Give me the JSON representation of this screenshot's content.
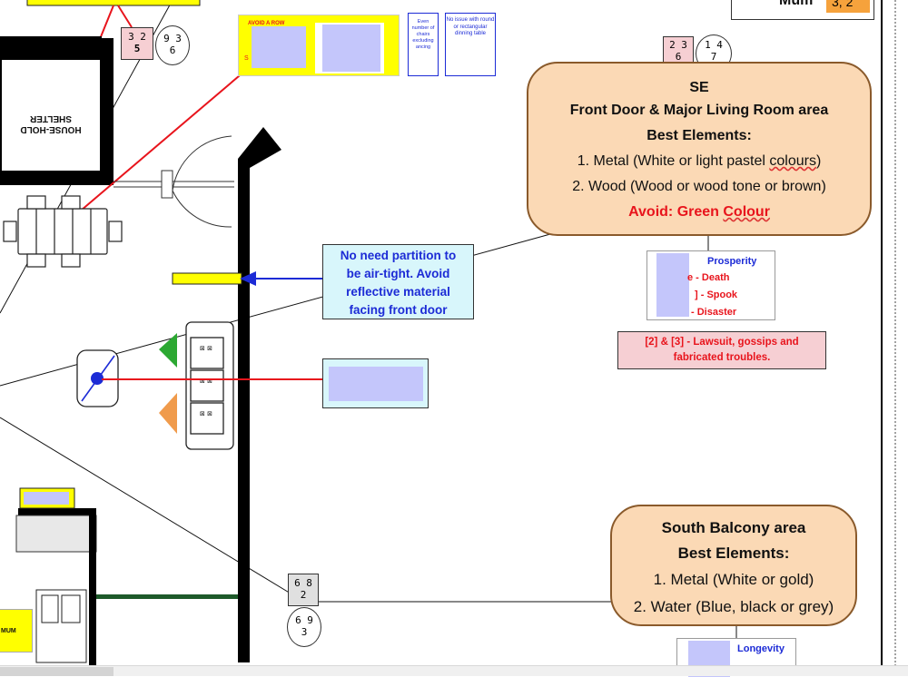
{
  "colors": {
    "callout_fill": "#fbd9b5",
    "callout_border": "#8a5a2b",
    "redaction": "#c4c6fb",
    "note_fill": "#d8f6fb",
    "red_line": "#e8141c",
    "blue_arrow": "#1c2bd6",
    "yellow": "#ffff00"
  },
  "top_right_label": {
    "text": "Mum",
    "value": "3, 2"
  },
  "star_box_top_left": {
    "main": [
      "3 2",
      "5"
    ],
    "oval": [
      "9 3",
      "6"
    ]
  },
  "star_box_se": {
    "main": [
      "2 3",
      "6"
    ],
    "oval": [
      "1 4",
      "7"
    ]
  },
  "star_box_south": {
    "main": [
      "6 8",
      "2"
    ],
    "oval": [
      "6 9",
      "3"
    ]
  },
  "yellow_panel": {
    "small_text_top": "AVOID A ROW",
    "small_text_left": "S"
  },
  "small_note_1": {
    "text": "Even number of chairs excluding ancing"
  },
  "small_note_2": {
    "text": "No issue with round or rectangular dinning table"
  },
  "partition_note": {
    "lines": [
      "No need partition to",
      "be air-tight. Avoid",
      "reflective material",
      "facing front door"
    ]
  },
  "se_callout": {
    "title": "SE",
    "area": "Front Door & Major Living Room area",
    "best": "Best Elements:",
    "item1_prefix": "1. Metal (White or light pastel ",
    "item1_wavy": "colours",
    "item1_suffix": ")",
    "item2": "2. Wood (Wood or wood tone or brown)",
    "avoid_prefix": "Avoid: Green ",
    "avoid_wavy": "Colour"
  },
  "se_legend": {
    "l1": "Prosperity",
    "l2": "e - Death",
    "l3": "] - Spook",
    "l4": "- Disaster"
  },
  "lawsuit_note": {
    "line1": "[2] & [3] - Lawsuit, gossips and",
    "line2": "fabricated troubles."
  },
  "south_callout": {
    "title": "South Balcony area",
    "best": "Best Elements:",
    "item1": "1. Metal (White or gold)",
    "item2": "2. Water (Blue, black or grey)"
  },
  "south_legend": {
    "l1": "Longevity"
  },
  "bottom_left_label": {
    "text": "MUM"
  },
  "shelter": {
    "text": "HOUSE-HOLD SHELTER"
  }
}
